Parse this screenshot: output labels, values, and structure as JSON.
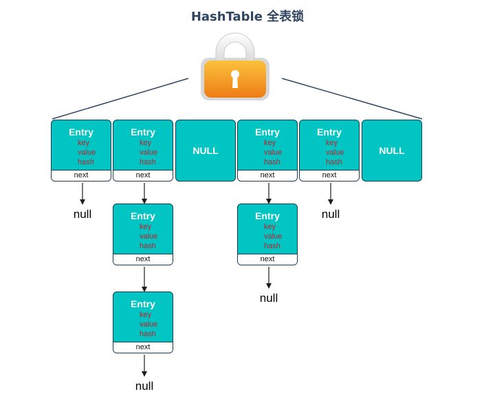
{
  "title": "HashTable 全表锁",
  "icon": "lock-icon",
  "colors": {
    "box_fill": "#00c5c3",
    "box_border": "#1c3a4f",
    "field_text": "#c71c2a",
    "title_text": "#2f4561",
    "lock_orange": "#f08a1c"
  },
  "entry": {
    "title": "Entry",
    "key": "key",
    "value": "value",
    "hash": "hash",
    "next": "next"
  },
  "buckets": [
    "Entry",
    "Entry",
    "NULL",
    "Entry",
    "Entry",
    "NULL"
  ],
  "null_bucket_label": "NULL",
  "chain_end": "null"
}
